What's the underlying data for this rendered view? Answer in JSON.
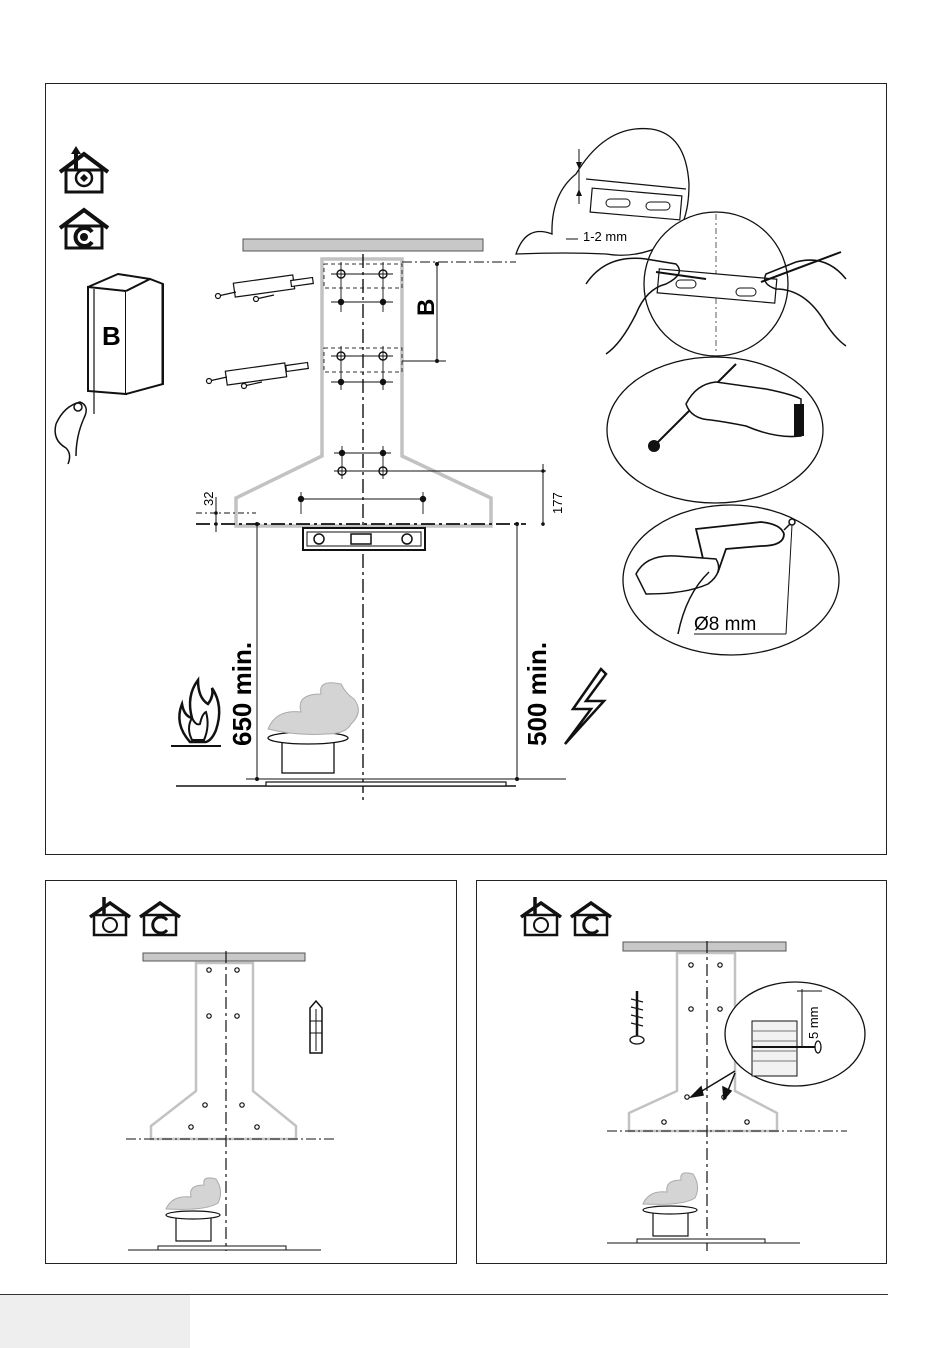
{
  "main_panel": {
    "dimension_label": "B",
    "side_panel_label": "B",
    "gap_label": "1-2 mm",
    "offset_small": "32",
    "offset_large": "177",
    "drill_diameter": "Ø8 mm",
    "gas_min_height": "650 min.",
    "electric_min_height": "500 min.",
    "icons": [
      "extraction-mode-icon",
      "recirculation-mode-icon",
      "fire-icon",
      "lightning-icon"
    ]
  },
  "right_panel": {
    "screw_depth": "5 mm"
  },
  "colors": {
    "line": "#222222",
    "hood_outline": "#bdbdbd",
    "ceiling": "#c8c8c8",
    "footer": "#eeeeee"
  }
}
